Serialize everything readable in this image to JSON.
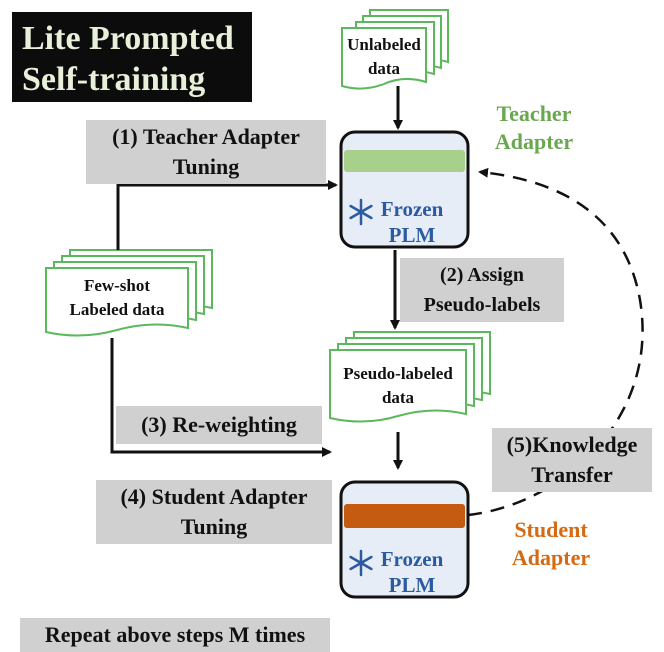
{
  "title": "Lite Prompted Self-training",
  "title_lines": [
    "Lite Prompted",
    "Self-training"
  ],
  "unlabeled": {
    "line1": "Unlabeled",
    "line2": "data"
  },
  "fewshot": {
    "line1": "Few-shot",
    "line2": "Labeled data"
  },
  "pseudo": {
    "line1": "Pseudo-labeled",
    "line2": "data"
  },
  "teacher_adapter": {
    "line1": "Teacher",
    "line2": "Adapter",
    "color": "#6aa84f"
  },
  "student_adapter": {
    "line1": "Student",
    "line2": "Adapter",
    "color": "#d46a13"
  },
  "plm": {
    "line1": "Frozen",
    "line2": "PLM",
    "icon": "snowflake-icon",
    "color": "#2c5aa0"
  },
  "steps": {
    "step1": {
      "line1": "(1) Teacher Adapter",
      "line2": "Tuning"
    },
    "step2": {
      "line1": "(2) Assign",
      "line2": "Pseudo-labels"
    },
    "step3": {
      "line1": "(3) Re-weighting"
    },
    "step4": {
      "line1": "(4) Student Adapter",
      "line2": "Tuning"
    },
    "step5": {
      "line1": "(5)Knowledge",
      "line2": "Transfer"
    }
  },
  "footer": "Repeat above steps M times"
}
